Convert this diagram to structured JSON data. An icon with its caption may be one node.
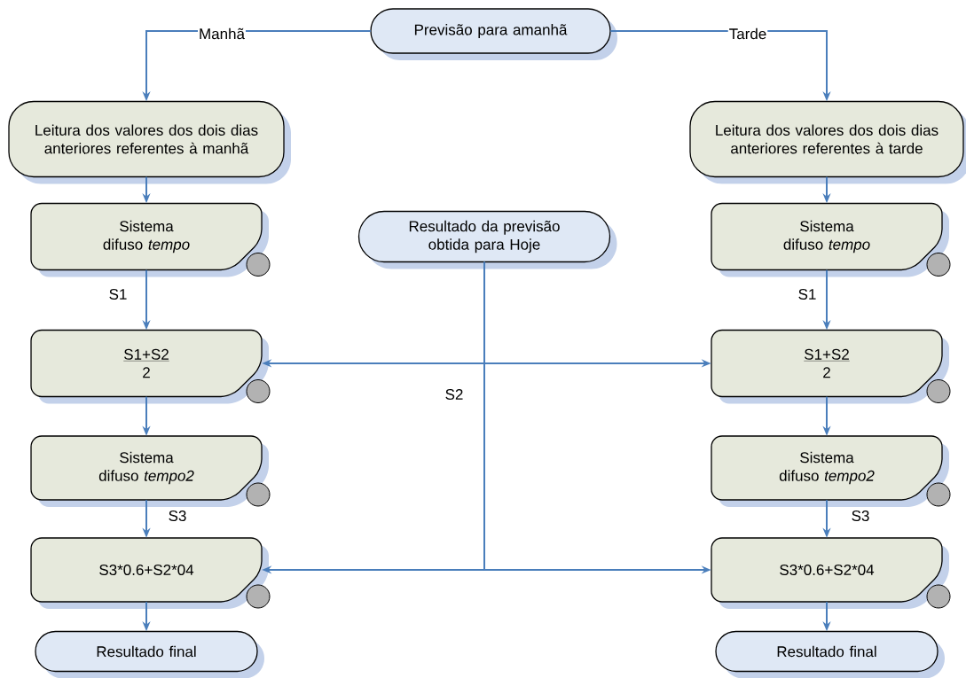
{
  "diagram": {
    "nodes": [
      {
        "text": [
          "Previsão para amanhã"
        ]
      },
      {
        "text": [
          "Leitura dos valores dos dois dias anteriores referentes à manhã"
        ]
      },
      {
        "text": [
          "Leitura dos valores dos dois dias anteriores referentes à tarde"
        ]
      },
      {
        "text": [
          "Sistema difuso *tempo*"
        ]
      },
      {
        "text": [
          "Resultado da previsão obtida para Hoje"
        ]
      },
      {
        "text": [
          "Sistema difuso *tempo*"
        ]
      },
      {
        "text": [
          "S1+S2",
          "2"
        ]
      },
      {
        "text": [
          "S1+S2",
          "2"
        ]
      },
      {
        "text": [
          "Sistema difuso *tempo2*"
        ]
      },
      {
        "text": [
          "Sistema difuso *tempo2*"
        ]
      },
      {
        "text": [
          "S3*0.6+S2*04"
        ]
      },
      {
        "text": [
          "S3*0.6+S2*04"
        ]
      },
      {
        "text": [
          "Resultado final"
        ]
      },
      {
        "text": [
          "Resultado final"
        ]
      }
    ],
    "edges": [
      {
        "from": 0,
        "to": 1,
        "arrow": "to",
        "label": "Manhã"
      },
      {
        "from": 0,
        "to": 2,
        "arrow": "to",
        "label": "Tarde"
      },
      {
        "from": 1,
        "to": 3,
        "arrow": "to"
      },
      {
        "from": 2,
        "to": 5,
        "arrow": "to"
      },
      {
        "from": 3,
        "to": 6,
        "arrow": "to",
        "label": "S1"
      },
      {
        "from": 5,
        "to": 7,
        "arrow": "to",
        "label": "S1"
      },
      {
        "from": 4,
        "to": 6,
        "arrow": "to",
        "label": "S2"
      },
      {
        "from": 4,
        "to": 7,
        "arrow": "to"
      },
      {
        "from": 4,
        "to": 10,
        "arrow": "to"
      },
      {
        "from": 4,
        "to": 11,
        "arrow": "to"
      },
      {
        "from": 6,
        "to": 8,
        "arrow": "to"
      },
      {
        "from": 7,
        "to": 9,
        "arrow": "to"
      },
      {
        "from": 8,
        "to": 10,
        "arrow": "to",
        "label": "S3"
      },
      {
        "from": 9,
        "to": 11,
        "arrow": "to",
        "label": "S3"
      },
      {
        "from": 10,
        "to": 12,
        "arrow": "to"
      },
      {
        "from": 11,
        "to": 13,
        "arrow": "to"
      }
    ]
  }
}
